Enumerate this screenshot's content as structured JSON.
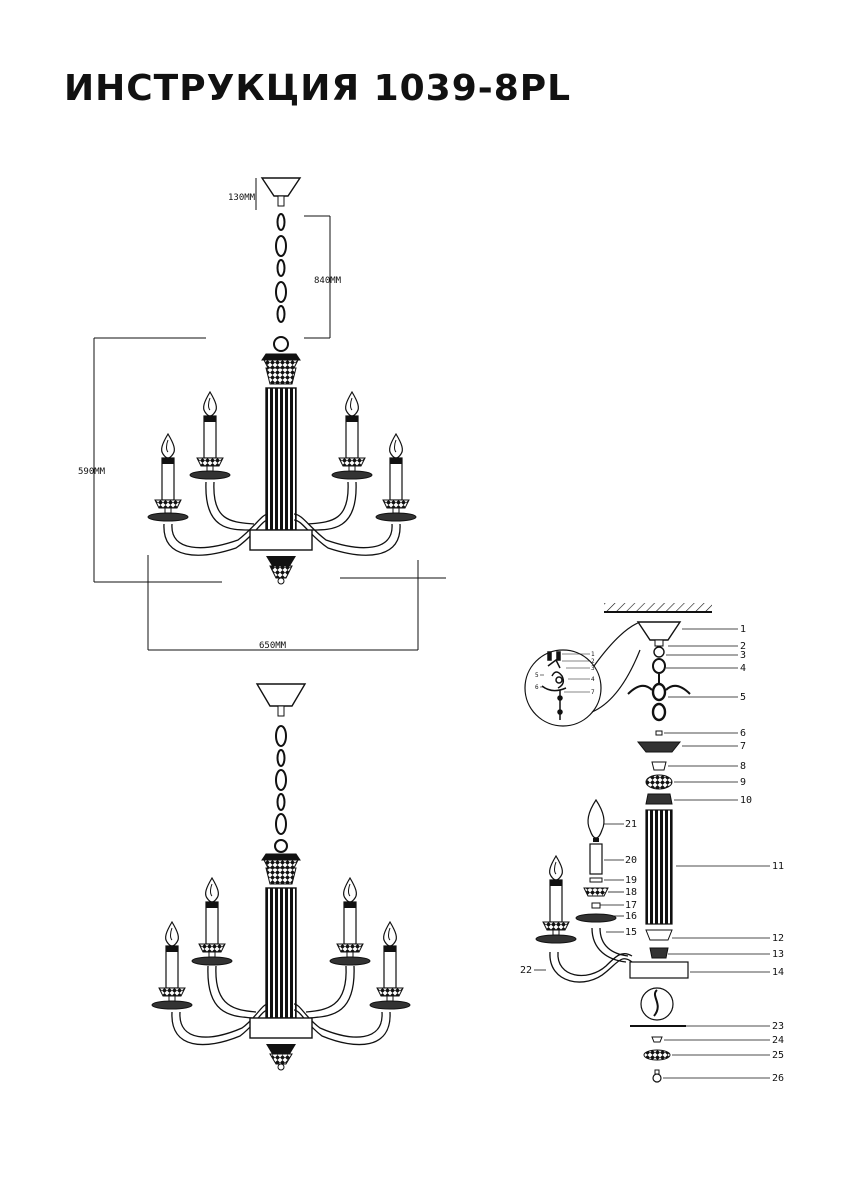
{
  "title": "ИНСТРУКЦИЯ 1039-8PL",
  "dimensions": {
    "canopy_height": "130MM",
    "chain_length": "840MM",
    "body_height": "590MM",
    "width": "650MM"
  },
  "part_numbers": [
    "1",
    "2",
    "3",
    "4",
    "5",
    "6",
    "7",
    "8",
    "9",
    "10",
    "11",
    "12",
    "13",
    "14",
    "15",
    "16",
    "17",
    "18",
    "19",
    "20",
    "21",
    "22",
    "23",
    "24",
    "25",
    "26"
  ],
  "detail_numbers": [
    "1",
    "2",
    "3",
    "4",
    "5",
    "6",
    "7"
  ]
}
